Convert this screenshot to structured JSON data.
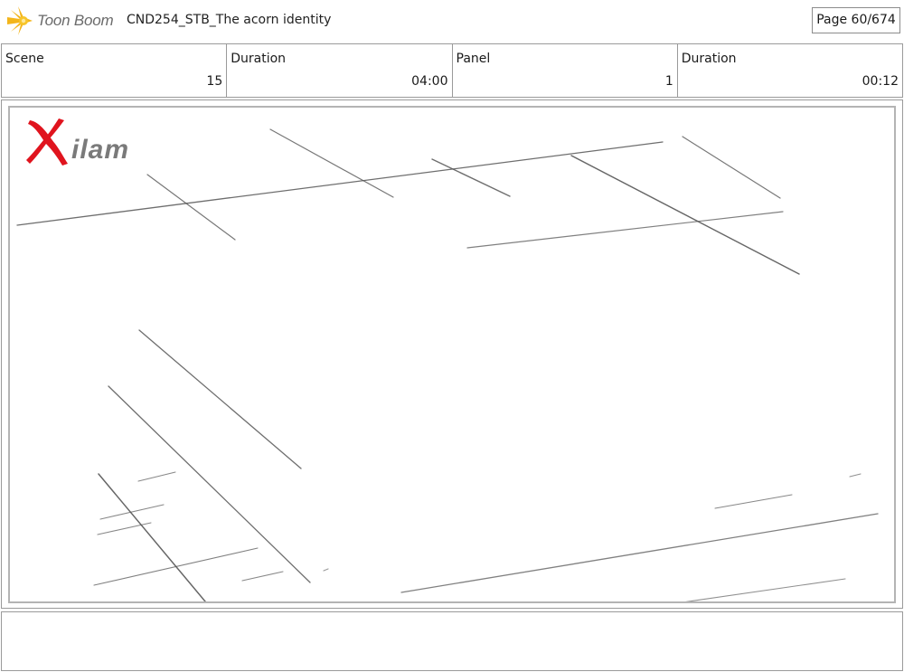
{
  "header": {
    "brand_name": "Toon Boom",
    "brand_icon": "toon-boom-star-logo",
    "document_title": "CND254_STB_The acorn identity",
    "page_indicator": "Page  60/674"
  },
  "info_row": [
    {
      "label": "Scene",
      "value": "15"
    },
    {
      "label": "Duration",
      "value": "04:00"
    },
    {
      "label": "Panel",
      "value": "1"
    },
    {
      "label": "Duration",
      "value": "00:12"
    }
  ],
  "panel": {
    "logo_text": "Xilam",
    "logo_icon": "xilam-logo",
    "colors": {
      "logo_x": "#e0141e",
      "logo_rest": "#7a7a7a",
      "sketch_stroke": "#555555"
    }
  },
  "notes": {
    "text": ""
  }
}
